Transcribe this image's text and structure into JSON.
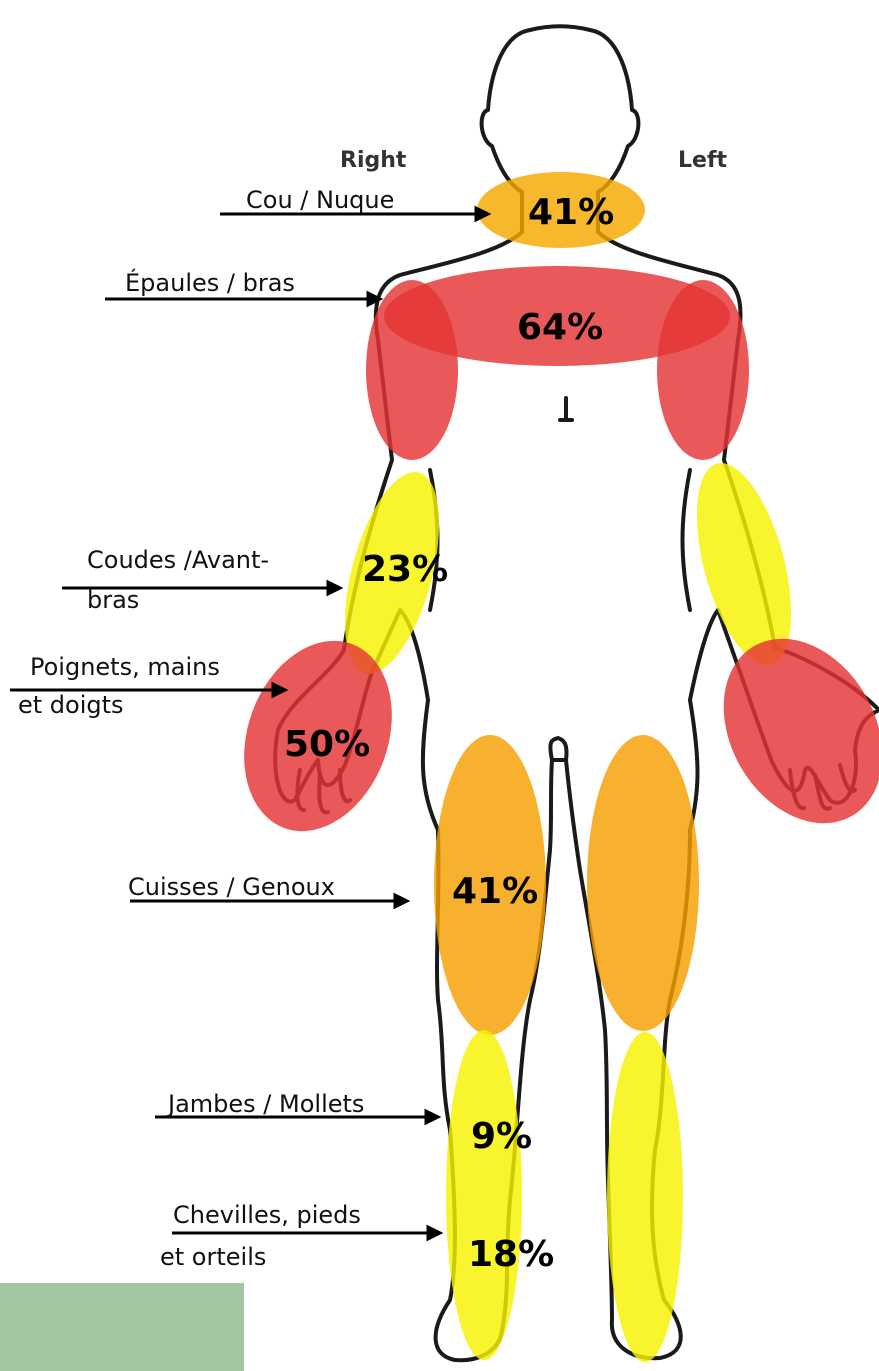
{
  "side_labels": {
    "right": "Right",
    "left": "Left"
  },
  "regions": [
    {
      "id": "neck",
      "label": [
        "Cou / Nuque"
      ],
      "percent": "41%",
      "color": "#f5a800"
    },
    {
      "id": "shoulders",
      "label": [
        "Épaules / bras"
      ],
      "percent": "64%",
      "color": "#e53535"
    },
    {
      "id": "elbows",
      "label": [
        "Coudes /Avant-",
        "bras"
      ],
      "percent": "23%",
      "color": "#f7f200"
    },
    {
      "id": "wrists",
      "label": [
        "Poignets, mains",
        "et doigts"
      ],
      "percent": "50%",
      "color": "#e53535"
    },
    {
      "id": "thighs",
      "label": [
        "Cuisses / Genoux"
      ],
      "percent": "41%",
      "color": "#f5a000"
    },
    {
      "id": "legs",
      "label": [
        "Jambes / Mollets"
      ],
      "percent": "9%",
      "color": "#f7f200"
    },
    {
      "id": "ankles",
      "label": [
        "Chevilles, pieds",
        "et orteils"
      ],
      "percent": "18%",
      "color": "#f7f200"
    }
  ]
}
